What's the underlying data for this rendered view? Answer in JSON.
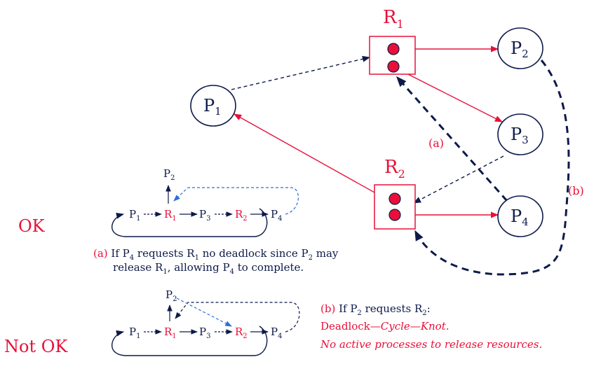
{
  "colors": {
    "red": "#e8103a",
    "navy": "#0d1a4a",
    "blue": "#2d6fd6",
    "node_fill": "#ffffff",
    "resource_dot": "#e8103a"
  },
  "main_graph": {
    "resources": {
      "r1": {
        "label": "R",
        "sub": "1"
      },
      "r2": {
        "label": "R",
        "sub": "2"
      }
    },
    "processes": {
      "p1": {
        "label": "P",
        "sub": "1"
      },
      "p2": {
        "label": "P",
        "sub": "2"
      },
      "p3": {
        "label": "P",
        "sub": "3"
      },
      "p4": {
        "label": "P",
        "sub": "4"
      }
    },
    "edge_labels": {
      "a": "(a)",
      "b": "(b)"
    }
  },
  "ok_section": {
    "label": "OK",
    "chain": {
      "p2": {
        "label": "P",
        "sub": "2"
      },
      "p1": {
        "label": "P",
        "sub": "1"
      },
      "r1": {
        "label": "R",
        "sub": "1"
      },
      "p3": {
        "label": "P",
        "sub": "3"
      },
      "r2": {
        "label": "R",
        "sub": "2"
      },
      "p4": {
        "label": "P",
        "sub": "4"
      }
    },
    "caption": {
      "marker": "(a)",
      "line1": {
        "t1": " If P",
        "s1": "4",
        "t2": " requests R",
        "s2": "1",
        "t3": " no deadlock since P",
        "s3": "2",
        "t4": " may"
      },
      "line2": {
        "t1": "release R",
        "s1": "1",
        "t2": ", allowing P",
        "s2": "4",
        "t3": " to complete."
      }
    }
  },
  "notok_section": {
    "label": "Not OK",
    "chain": {
      "p2": {
        "label": "P",
        "sub": "2"
      },
      "p1": {
        "label": "P",
        "sub": "1"
      },
      "r1": {
        "label": "R",
        "sub": "1"
      },
      "p3": {
        "label": "P",
        "sub": "3"
      },
      "r2": {
        "label": "R",
        "sub": "2"
      },
      "p4": {
        "label": "P",
        "sub": "4"
      }
    },
    "caption": {
      "marker": "(b)",
      "line1": {
        "t1": " If P",
        "s1": "2",
        "t2": " requests R",
        "s2": "2",
        "t3": ":"
      },
      "line2": {
        "t1": "Deadlock—",
        "t2": "Cycle",
        "t3": "—",
        "t4": "Knot."
      },
      "line3": "No active processes to release resources."
    }
  }
}
